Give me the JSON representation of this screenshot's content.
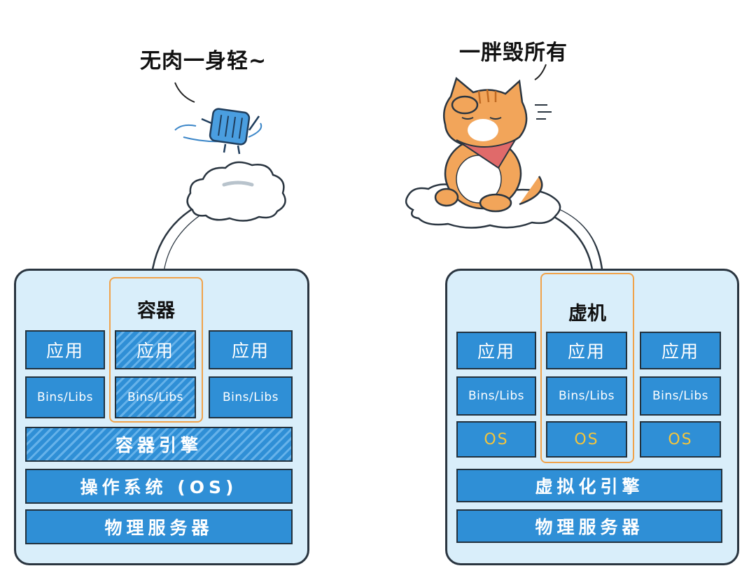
{
  "left": {
    "caption": "无肉一身轻~",
    "frame_title": "容器",
    "columns": [
      {
        "app": "应用",
        "libs": "Bins/Libs"
      },
      {
        "app": "应用",
        "libs": "Bins/Libs"
      },
      {
        "app": "应用",
        "libs": "Bins/Libs"
      }
    ],
    "engine": "容器引擎",
    "os": "操作系统 (OS)",
    "server": "物理服务器"
  },
  "right": {
    "caption": "一胖毁所有",
    "frame_title": "虚机",
    "columns": [
      {
        "app": "应用",
        "libs": "Bins/Libs",
        "os": "OS"
      },
      {
        "app": "应用",
        "libs": "Bins/Libs",
        "os": "OS"
      },
      {
        "app": "应用",
        "libs": "Bins/Libs",
        "os": "OS"
      }
    ],
    "engine": "虚拟化引擎",
    "server": "物理服务器"
  },
  "colors": {
    "cell_blue": "#2f8fd6",
    "panel_bg": "#d9eefa",
    "frame_orange": "#f0a24a",
    "os_text": "#f5c53a",
    "cat_orange": "#f2a55a"
  },
  "illustrations": {
    "left": "container-character-icon",
    "right": "orange-cat-icon"
  }
}
